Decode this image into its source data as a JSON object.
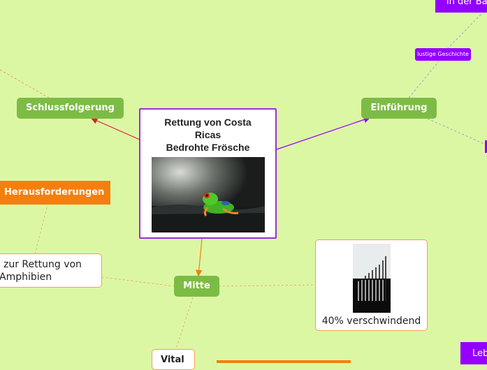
{
  "central": {
    "title_line1": "Rettung von Costa",
    "title_line2": "Ricas",
    "title_line3": "Bedrohte Frösche",
    "image_icon": "red-eyed-tree-frog-photo"
  },
  "nodes": {
    "schlussfolgerung": "Schlussfolgerung",
    "einfuehrung": "Einführung",
    "herausforderungen": "Herausforderungen",
    "rettung_line1": "zur Rettung von",
    "rettung_line2": "Amphibien",
    "mitte": "Mitte",
    "vital": "Vital",
    "stat_caption": "40% verschwindend",
    "stat_image_icon": "declining-bars-photo",
    "lustige": "lustige Geschichte",
    "in_der": "in der Ba",
    "leb": "Leb"
  },
  "colors": {
    "background": "#dcf7a4",
    "green": "#7cbc45",
    "orange": "#f57f0c",
    "purple": "#9400ff",
    "red": "#e8163d"
  }
}
